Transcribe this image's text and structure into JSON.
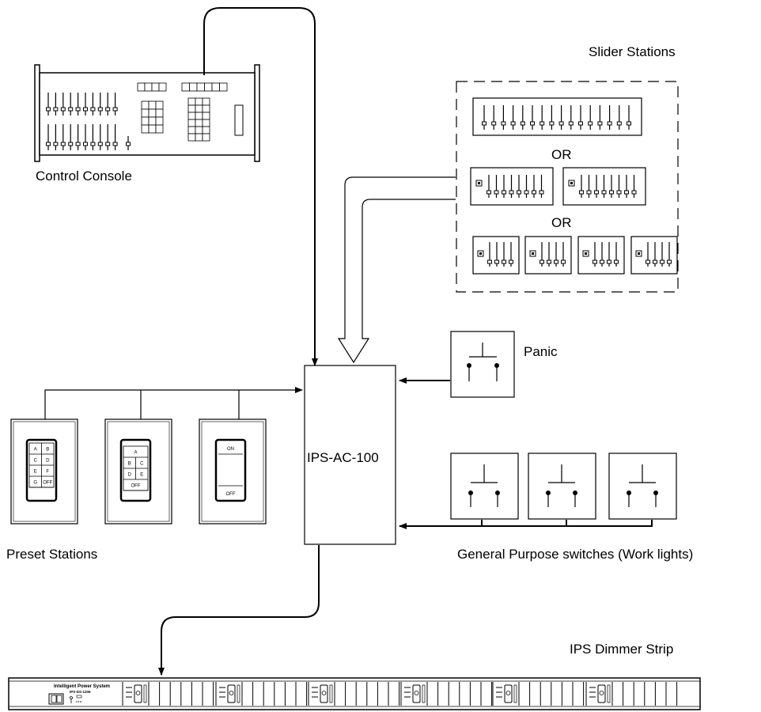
{
  "labels": {
    "control_console": "Control Console",
    "slider_stations": "Slider Stations",
    "or_1": "OR",
    "or_2": "OR",
    "panic": "Panic",
    "controller": "IPS-AC-100",
    "preset_stations": "Preset Stations",
    "general_switches": "General Purpose switches (Work  lights)",
    "dimmer_strip": "IPS Dimmer Strip"
  },
  "preset_buttons": {
    "six": [
      "A",
      "B",
      "C",
      "D",
      "E",
      "F",
      "G",
      "OFF"
    ],
    "five": [
      "A",
      "B",
      "C",
      "D",
      "E",
      "OFF"
    ],
    "onoff": [
      "ON",
      "OFF"
    ]
  },
  "strip": {
    "title": "Intelligent Power System",
    "model": "IPS-DS-1206"
  }
}
